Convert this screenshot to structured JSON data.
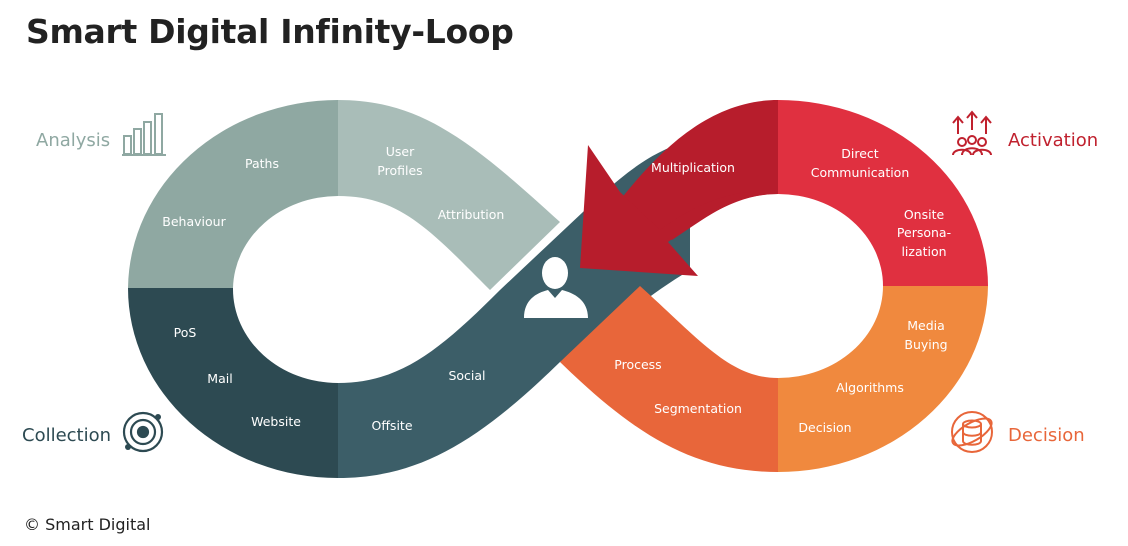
{
  "title": "Smart Digital Infinity-Loop",
  "copyright": "© Smart Digital",
  "colors": {
    "analysis_dark": "#8fa8a2",
    "analysis_light": "#a9bdb8",
    "collection_dark": "#2d4a52",
    "collection_mid": "#3c5e68",
    "activation_dark": "#b71d2c",
    "activation_light": "#e03040",
    "decision_dark": "#e8663a",
    "decision_light": "#f0893e",
    "analysis_text": "#8fa8a2",
    "collection_text": "#2d4a52",
    "activation_text": "#c0212e",
    "decision_text": "#e8663a"
  },
  "phases": {
    "analysis": {
      "label": "Analysis",
      "icon": "bar-chart-icon"
    },
    "collection": {
      "label": "Collection",
      "icon": "orbit-target-icon"
    },
    "activation": {
      "label": "Activation",
      "icon": "people-arrows-icon"
    },
    "decision": {
      "label": "Decision",
      "icon": "database-orbit-icon"
    }
  },
  "segments": {
    "paths": "Paths",
    "behaviour": "Behaviour",
    "user_profiles_1": "User",
    "user_profiles_2": "Profiles",
    "attribution": "Attribution",
    "pos": "PoS",
    "mail": "Mail",
    "website": "Website",
    "offsite": "Offsite",
    "social": "Social",
    "multiplication": "Multiplication",
    "direct_comm_1": "Direct",
    "direct_comm_2": "Communication",
    "onsite_1": "Onsite",
    "onsite_2": "Persona-",
    "onsite_3": "lization",
    "media_1": "Media",
    "media_2": "Buying",
    "algorithms": "Algorithms",
    "decision": "Decision",
    "process": "Process",
    "segmentation": "Segmentation"
  },
  "center_icon": "user-avatar-icon"
}
